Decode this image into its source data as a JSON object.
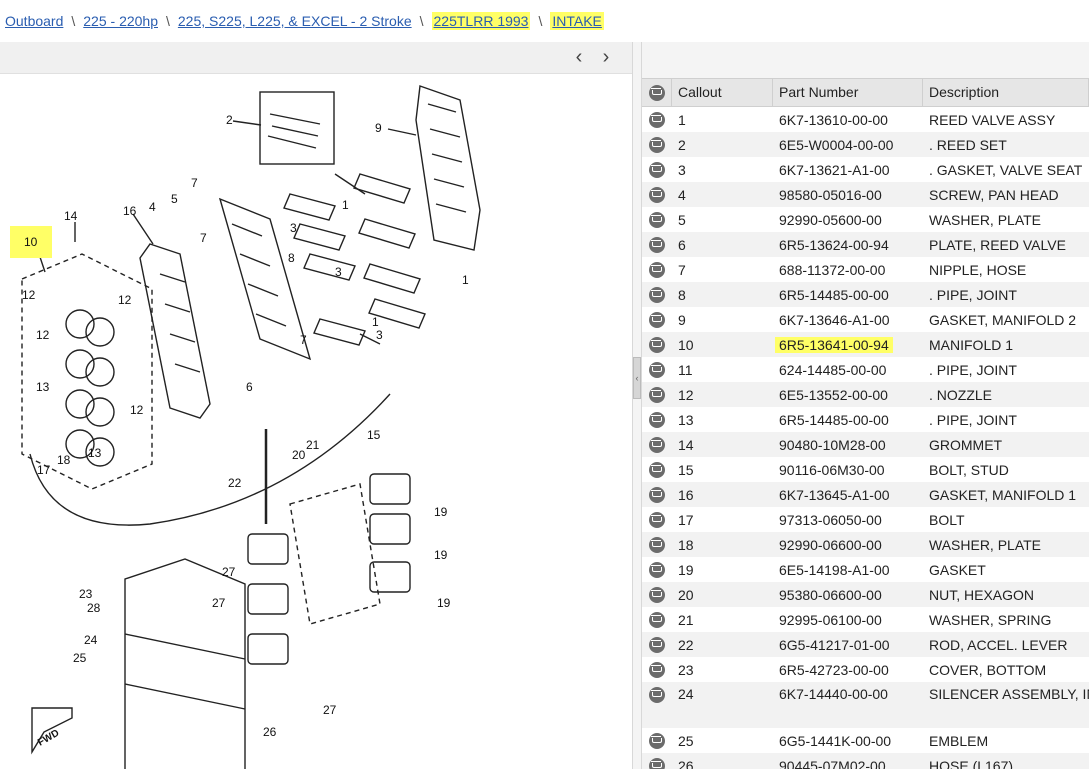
{
  "breadcrumb": [
    {
      "label": "Outboard",
      "highlight": false
    },
    {
      "label": "225 - 220hp",
      "highlight": false
    },
    {
      "label": "225, S225, L225, & EXCEL - 2 Stroke",
      "highlight": false
    },
    {
      "label": "225TLRR 1993",
      "highlight": true
    },
    {
      "label": "INTAKE",
      "highlight": true
    }
  ],
  "separator": "\\",
  "diagram_nav": {
    "prev": "‹",
    "next": "›"
  },
  "grid": {
    "headers": {
      "callout": "Callout",
      "part_number": "Part Number",
      "description": "Description"
    },
    "rows": [
      {
        "callout": "1",
        "part": "6K7-13610-00-00",
        "desc": "REED VALVE ASSY"
      },
      {
        "callout": "2",
        "part": "6E5-W0004-00-00",
        "desc": ". REED SET"
      },
      {
        "callout": "3",
        "part": "6K7-13621-A1-00",
        "desc": ". GASKET, VALVE SEAT"
      },
      {
        "callout": "4",
        "part": "98580-05016-00",
        "desc": "SCREW, PAN HEAD"
      },
      {
        "callout": "5",
        "part": "92990-05600-00",
        "desc": "WASHER, PLATE"
      },
      {
        "callout": "6",
        "part": "6R5-13624-00-94",
        "desc": "PLATE, REED VALVE"
      },
      {
        "callout": "7",
        "part": "688-11372-00-00",
        "desc": "NIPPLE, HOSE"
      },
      {
        "callout": "8",
        "part": "6R5-14485-00-00",
        "desc": ". PIPE, JOINT"
      },
      {
        "callout": "9",
        "part": "6K7-13646-A1-00",
        "desc": "GASKET, MANIFOLD 2"
      },
      {
        "callout": "10",
        "part": "6R5-13641-00-94",
        "desc": "MANIFOLD 1",
        "highlight": true
      },
      {
        "callout": "11",
        "part": "624-14485-00-00",
        "desc": ". PIPE, JOINT"
      },
      {
        "callout": "12",
        "part": "6E5-13552-00-00",
        "desc": ". NOZZLE"
      },
      {
        "callout": "13",
        "part": "6R5-14485-00-00",
        "desc": ". PIPE, JOINT"
      },
      {
        "callout": "14",
        "part": "90480-10M28-00",
        "desc": "GROMMET"
      },
      {
        "callout": "15",
        "part": "90116-06M30-00",
        "desc": "BOLT, STUD"
      },
      {
        "callout": "16",
        "part": "6K7-13645-A1-00",
        "desc": "GASKET, MANIFOLD 1"
      },
      {
        "callout": "17",
        "part": "97313-06050-00",
        "desc": "BOLT"
      },
      {
        "callout": "18",
        "part": "92990-06600-00",
        "desc": "WASHER, PLATE"
      },
      {
        "callout": "19",
        "part": "6E5-14198-A1-00",
        "desc": "GASKET"
      },
      {
        "callout": "20",
        "part": "95380-06600-00",
        "desc": "NUT, HEXAGON"
      },
      {
        "callout": "21",
        "part": "92995-06100-00",
        "desc": "WASHER, SPRING"
      },
      {
        "callout": "22",
        "part": "6G5-41217-01-00",
        "desc": "ROD, ACCEL. LEVER"
      },
      {
        "callout": "23",
        "part": "6R5-42723-00-00",
        "desc": "COVER, BOTTOM"
      },
      {
        "callout": "24",
        "part": "6K7-14440-00-00",
        "desc": "SILENCER ASSEMBLY, INTAKE",
        "tall": true
      },
      {
        "callout": "25",
        "part": "6G5-1441K-00-00",
        "desc": "EMBLEM"
      },
      {
        "callout": "26",
        "part": "90445-07M02-00",
        "desc": "HOSE (L167)"
      }
    ]
  },
  "diagram_callouts": [
    "1",
    "2",
    "3",
    "4",
    "5",
    "6",
    "7",
    "8",
    "9",
    "10",
    "12",
    "13",
    "14",
    "15",
    "16",
    "17",
    "18",
    "19",
    "20",
    "21",
    "22",
    "23",
    "24",
    "25",
    "26",
    "27",
    "28"
  ],
  "fwd_label": "FWD",
  "colors": {
    "highlight": "#ffff66",
    "link": "#2a5db0"
  }
}
